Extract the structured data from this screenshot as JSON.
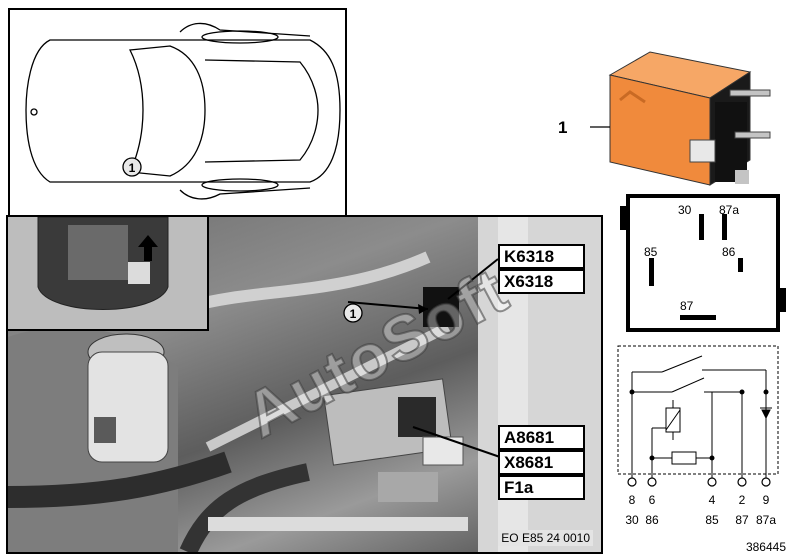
{
  "car_view": {
    "marker": "1"
  },
  "photo": {
    "marker": "1",
    "callouts_top": [
      "K6318",
      "X6318"
    ],
    "callouts_bottom": [
      "A8681",
      "X8681",
      "F1a"
    ],
    "caption": "EO E85 24 0010"
  },
  "watermark": "AutoSoft",
  "relay": {
    "item_number": "1",
    "body_color": "#f08a3c",
    "pins": {
      "p30": "30",
      "p87a": "87a",
      "p85": "85",
      "p86": "86",
      "p87": "87"
    }
  },
  "schematic": {
    "terminals": [
      {
        "top": "8",
        "bottom": "30"
      },
      {
        "top": "6",
        "bottom": "86"
      },
      {
        "top": "4",
        "bottom": "85"
      },
      {
        "top": "2",
        "bottom": "87"
      },
      {
        "top": "9",
        "bottom": "87a"
      }
    ]
  },
  "footer": {
    "id": "386445"
  }
}
